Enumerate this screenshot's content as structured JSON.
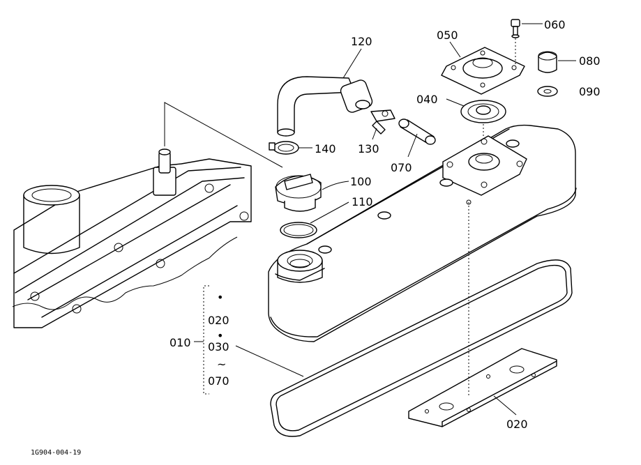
{
  "diagram_id": "1G904-004-19",
  "parts": {
    "p010": "010",
    "p020a": "020",
    "p020b": "020",
    "p030": "030",
    "tilde": "~",
    "p040": "040",
    "p050": "050",
    "p060": "060",
    "p070a": "070",
    "p070b": "070",
    "p080": "080",
    "p090": "090",
    "p100": "100",
    "p110": "110",
    "p120": "120",
    "p130": "130",
    "p140": "140"
  },
  "bullets": {
    "b1": "•",
    "b2": "•"
  }
}
